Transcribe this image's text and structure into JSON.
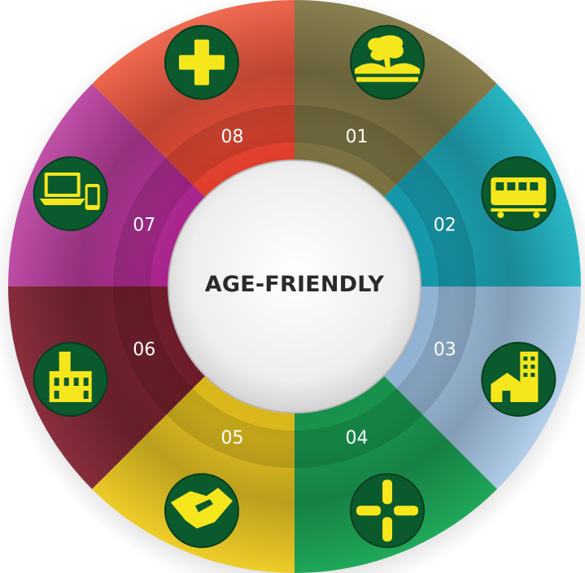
{
  "hub": {
    "title": "AGE-FRIENDLY"
  },
  "segments": [
    {
      "number": "01",
      "icon": "park-bridge-icon",
      "color_inner": "#7a7040",
      "color_outer": "#8a8050"
    },
    {
      "number": "02",
      "icon": "train-icon",
      "color_inner": "#1497a8",
      "color_outer": "#2bbac8"
    },
    {
      "number": "03",
      "icon": "housing-icon",
      "color_inner": "#8fb1d2",
      "color_outer": "#b3cfea"
    },
    {
      "number": "04",
      "icon": "joined-hands-icon",
      "color_inner": "#17914c",
      "color_outer": "#1fa95a"
    },
    {
      "number": "05",
      "icon": "handshake-icon",
      "color_inner": "#d9b71b",
      "color_outer": "#efcd2a"
    },
    {
      "number": "06",
      "icon": "civic-building-icon",
      "color_inner": "#6e1c2a",
      "color_outer": "#8a2f3e"
    },
    {
      "number": "07",
      "icon": "laptop-phone-icon",
      "color_inner": "#a9248c",
      "color_outer": "#c052a8"
    },
    {
      "number": "08",
      "icon": "health-cross-icon",
      "color_inner": "#df3e2b",
      "color_outer": "#f06b52"
    }
  ],
  "colors": {
    "icon_disc": "#0b5a2e",
    "icon_glyph": "#f6e61c",
    "hub_text": "#2a2a2a"
  }
}
